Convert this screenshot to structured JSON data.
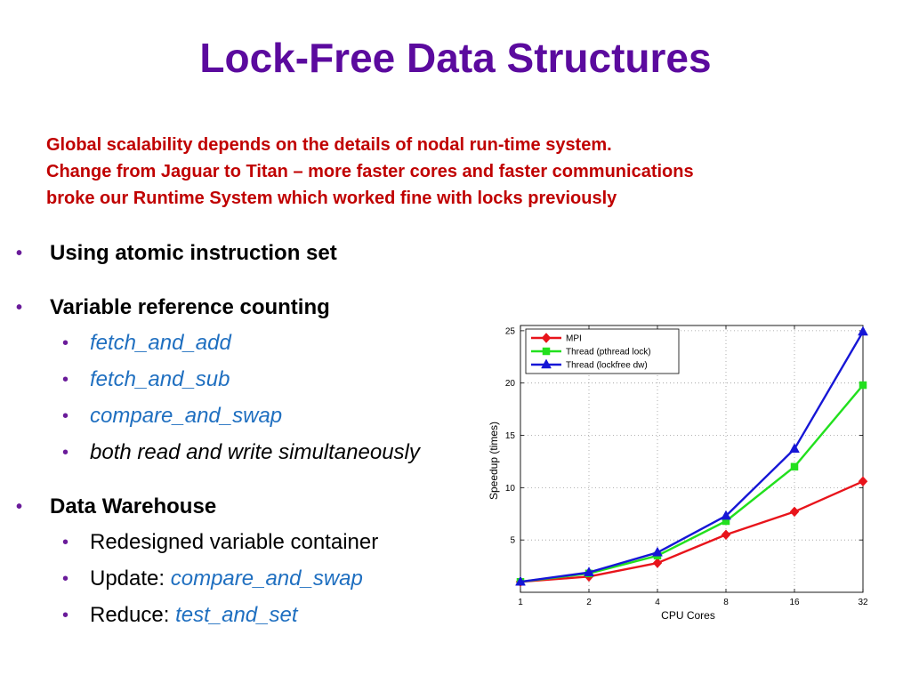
{
  "slide": {
    "title": "Lock-Free Data Structures",
    "subtitle_lines": [
      "Global scalability depends on the details of nodal run-time system.",
      "Change from Jaguar to Titan – more faster cores and faster communications",
      "broke our Runtime System which worked fine with locks previously"
    ],
    "bullet_glyph": "•",
    "bullets": [
      {
        "text": "Using atomic instruction set"
      },
      {
        "text": "Variable reference counting",
        "sub": [
          {
            "text": "fetch_and_add"
          },
          {
            "text": "fetch_and_sub"
          },
          {
            "text": "compare_and_swap"
          },
          {
            "text": "both read and write simultaneously"
          }
        ]
      },
      {
        "text": "Data Warehouse",
        "sub": [
          {
            "text": "Redesigned variable container"
          },
          {
            "prefix": "Update: ",
            "code": "compare_and_swap"
          },
          {
            "prefix": "Reduce: ",
            "code": "test_and_set"
          }
        ]
      }
    ]
  },
  "colors": {
    "title": "#5B0A9E",
    "subtitle": "#C00000",
    "bullet_dot": "#6A1B9A",
    "code_text": "#1F6FC0",
    "text": "#000000"
  },
  "chart_data": {
    "type": "line",
    "xlabel": "CPU Cores",
    "ylabel": "Speedup (times)",
    "x": [
      1,
      2,
      4,
      8,
      16,
      32
    ],
    "x_scale": "log2",
    "xlim": [
      1,
      32
    ],
    "ylim": [
      0,
      25.5
    ],
    "y_ticks": [
      5,
      10,
      15,
      20,
      25
    ],
    "grid": true,
    "legend_position": "top-left",
    "series": [
      {
        "name": "MPI",
        "color": "#E8141B",
        "marker": "diamond",
        "values": [
          1,
          1.5,
          2.8,
          5.5,
          7.7,
          10.6
        ]
      },
      {
        "name": "Thread (pthread lock)",
        "color": "#22E01E",
        "marker": "square",
        "values": [
          1,
          1.8,
          3.5,
          6.8,
          12.0,
          19.8
        ]
      },
      {
        "name": "Thread (lockfree dw)",
        "color": "#1616D6",
        "marker": "triangle",
        "values": [
          1,
          1.9,
          3.8,
          7.3,
          13.7,
          24.9
        ]
      }
    ]
  }
}
